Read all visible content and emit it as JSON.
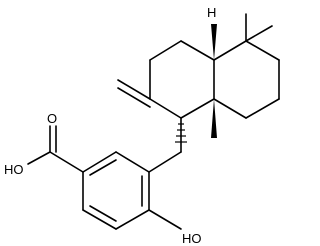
{
  "molecule": {
    "labels": {
      "carboxylic_acid_oh": "HO",
      "carboxylic_acid_o": "O",
      "phenol_oh": "HO",
      "stereo_h": "H"
    }
  }
}
